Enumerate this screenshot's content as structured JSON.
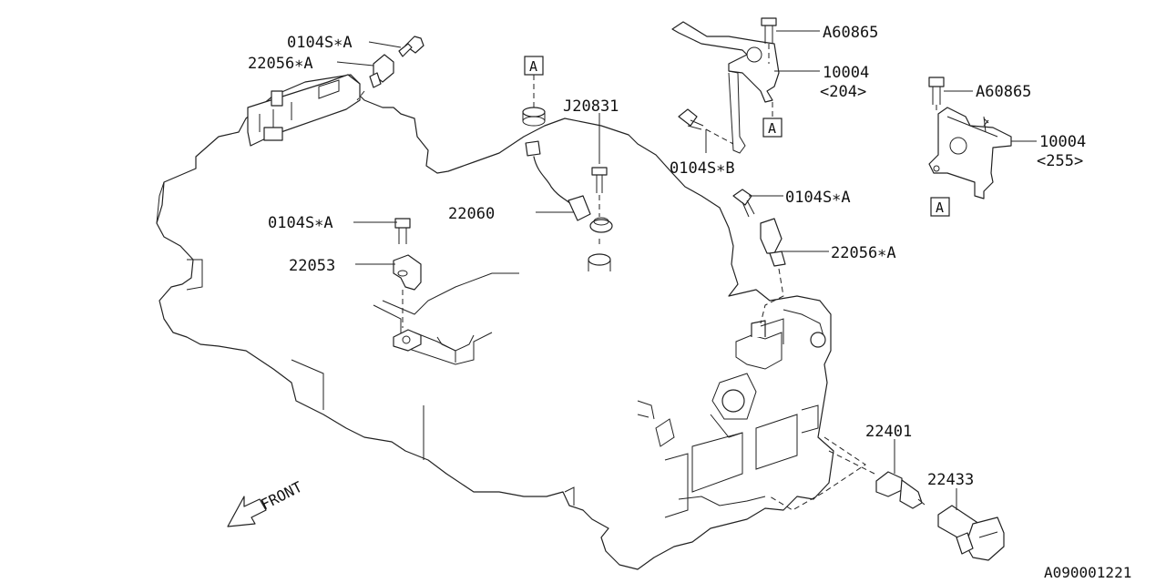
{
  "parts": {
    "bolt_a_top": "0104S∗A",
    "sensor_top": "22056∗A",
    "ref_a_center": "A",
    "pin_j": "J20831",
    "bolt_a60865_upper": "A60865",
    "bracket_204": "10004",
    "bracket_204_sub": "<204>",
    "ref_a_bracket": "A",
    "bolt_a60865_right": "A60865",
    "bracket_255": "10004",
    "bracket_255_sub": "<255>",
    "bolt_b": "0104S∗B",
    "ref_a_right": "A",
    "bolt_a_mid_right": "0104S∗A",
    "sensor_right": "22056∗A",
    "knock_sensor": "22060",
    "bolt_a_left": "0104S∗A",
    "cam_sensor": "22053",
    "spark_plug": "22401",
    "ignition_coil": "22433"
  },
  "front_label": "FRONT",
  "diagram_ref": "A090001221"
}
